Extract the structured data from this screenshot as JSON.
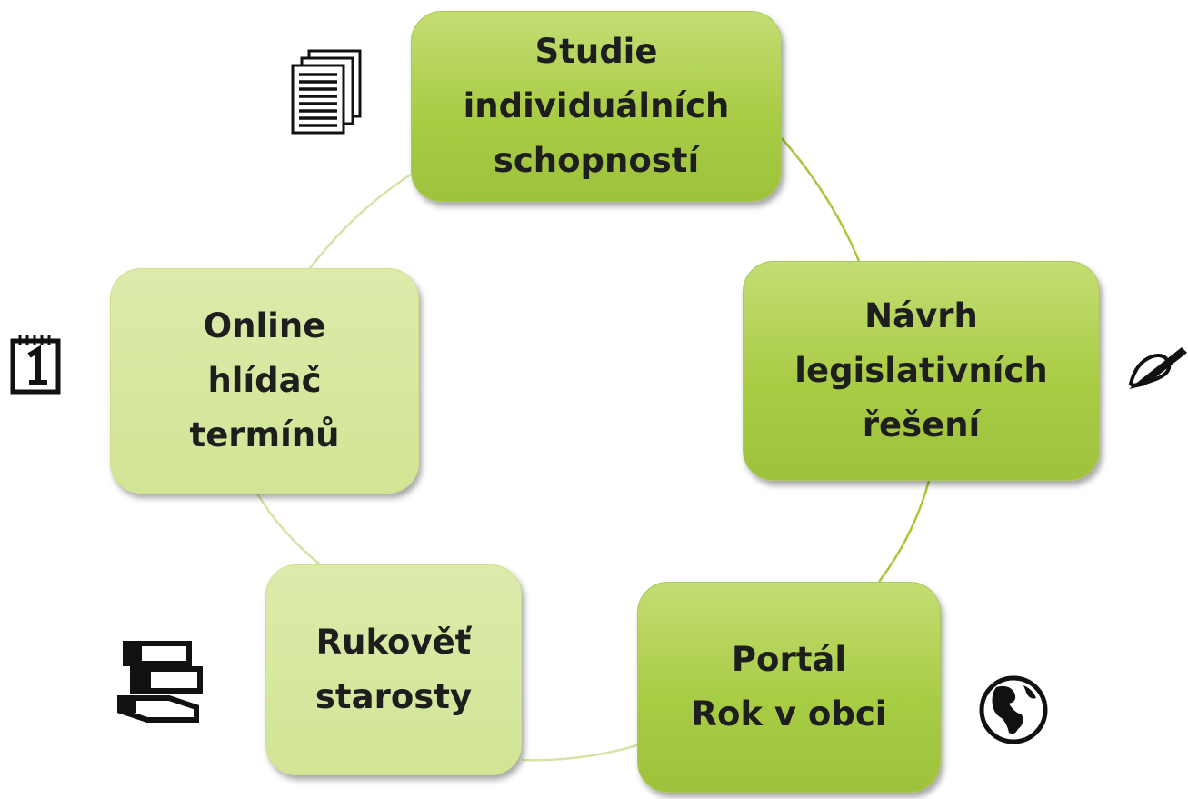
{
  "diagram": {
    "type": "cycle",
    "nodes": [
      {
        "id": "studie",
        "lines": [
          "Studie",
          "individuálních",
          "schopností"
        ],
        "style": "dark",
        "icon": "document-stack-icon"
      },
      {
        "id": "navrh",
        "lines": [
          "Návrh",
          "legislativních",
          "řešení"
        ],
        "style": "dark",
        "icon": "pen-writing-icon"
      },
      {
        "id": "portal",
        "lines": [
          "Portál",
          "Rok v obci"
        ],
        "style": "dark",
        "icon": "globe-icon"
      },
      {
        "id": "rukovet",
        "lines": [
          "Rukověť",
          "starosty"
        ],
        "style": "light",
        "icon": "book-stack-icon"
      },
      {
        "id": "online",
        "lines": [
          "Online",
          "hlídač",
          "termínů"
        ],
        "style": "light",
        "icon": "calendar-icon"
      }
    ],
    "colors": {
      "dark_node": "#a9cc45",
      "light_node": "#d2e596",
      "connector_dark": "#a8c83a",
      "connector_light": "#d3e4a6",
      "text": "#1e1e1e",
      "icon": "#111111"
    }
  }
}
